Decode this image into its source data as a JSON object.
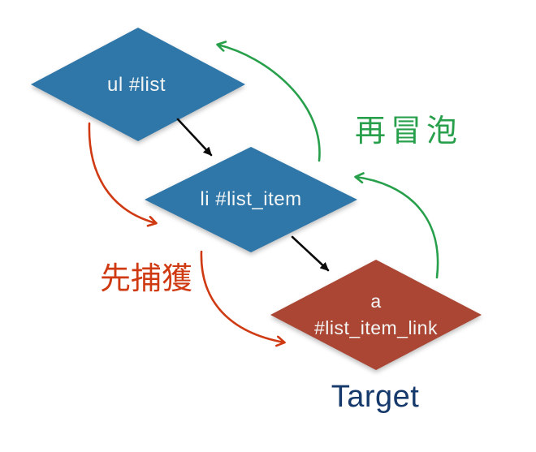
{
  "diagram": {
    "title_hint": "DOM event propagation: capture then bubble",
    "nodes": [
      {
        "id": "ul",
        "label": "ul #list"
      },
      {
        "id": "li",
        "label": "li #list_item"
      },
      {
        "id": "a",
        "label_line1": "a",
        "label_line2": "#list_item_link"
      }
    ],
    "labels": {
      "capture": "先捕獲",
      "bubble": "再冒泡",
      "target": "Target"
    },
    "colors": {
      "node_blue": "#2f77a9",
      "node_red": "#aa4633",
      "node_text": "#f4f6f5",
      "capture": "#cf3a12",
      "bubble": "#28a04b",
      "black_arrow": "#0b0b0b",
      "target_text": "#16396b",
      "background": "#ffffff"
    }
  }
}
